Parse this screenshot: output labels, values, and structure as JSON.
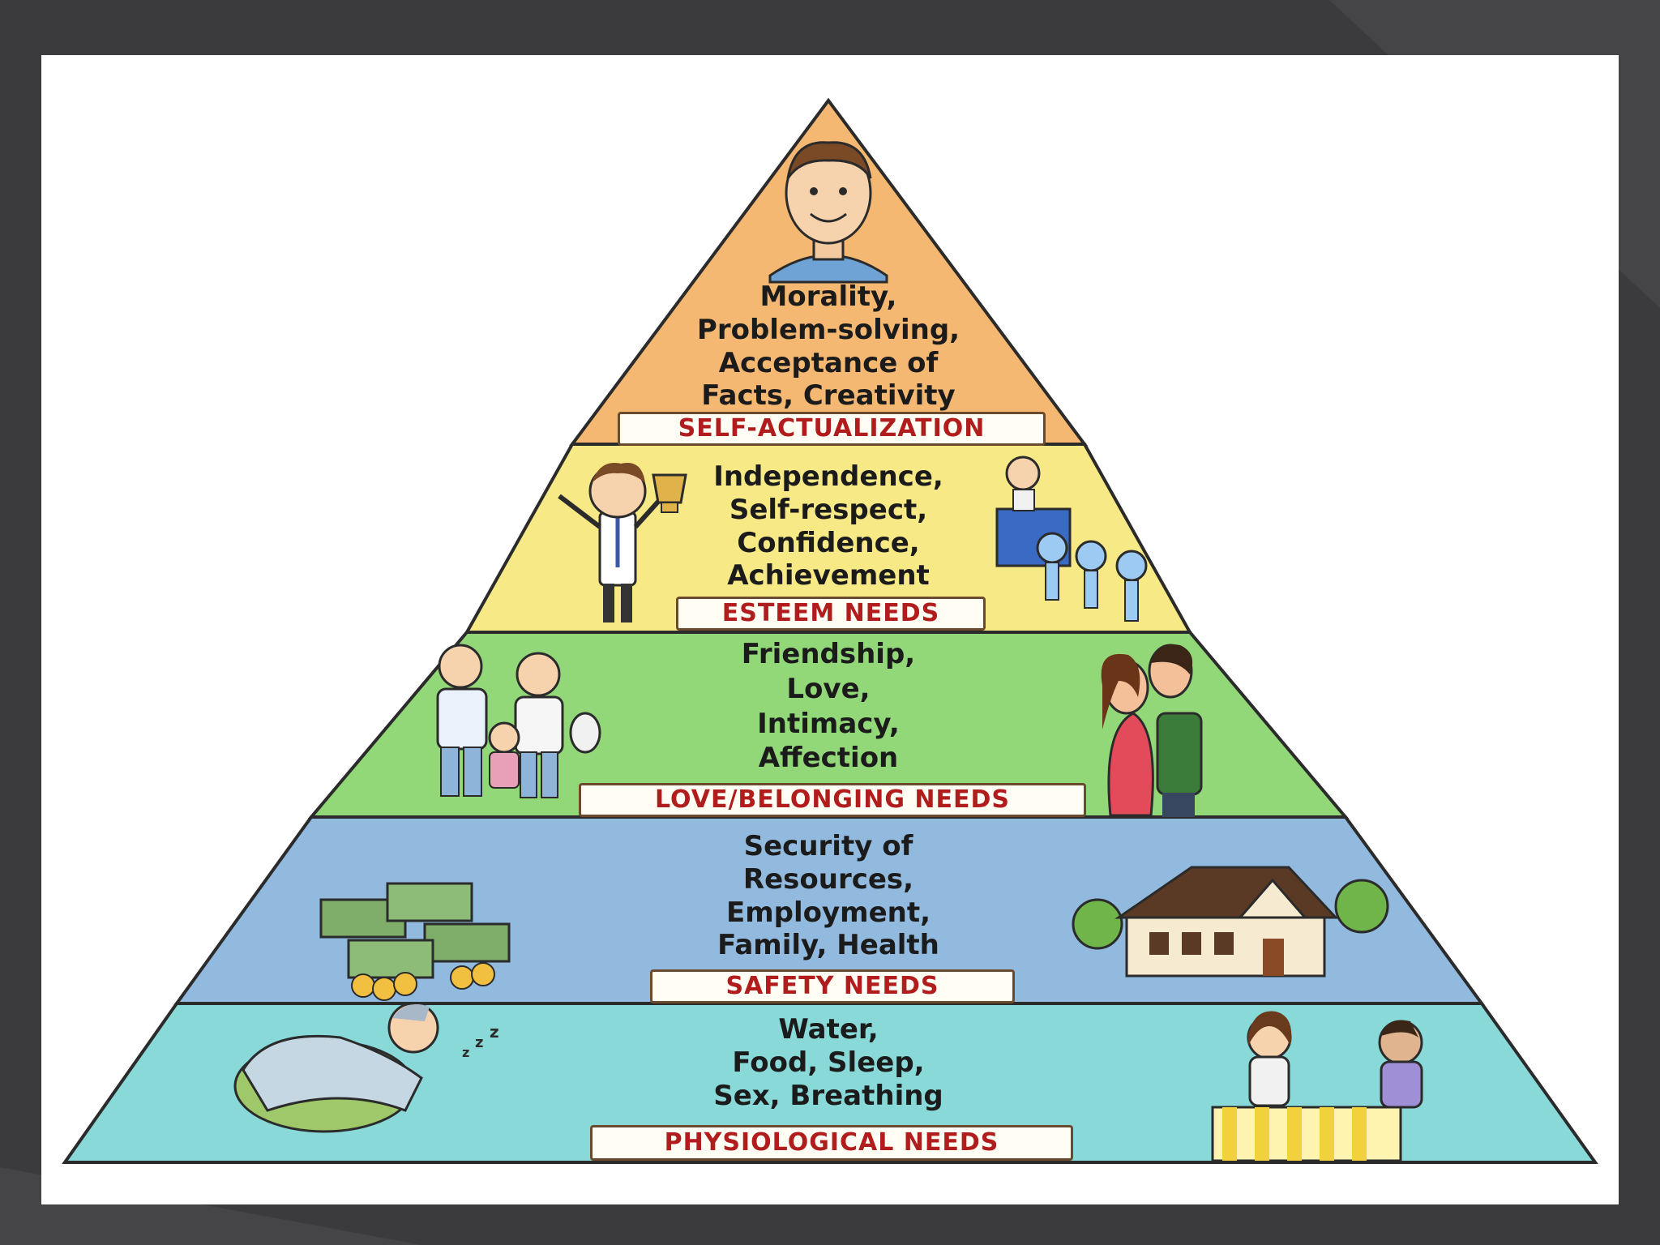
{
  "diagram": {
    "levels": [
      {
        "id": "self-actualization",
        "label": "SELF-ACTUALIZATION",
        "description": "Morality,\nProblem-solving,\nAcceptance of\nFacts, Creativity",
        "color": "#f5b873",
        "illustrations": [
          "smiling-man"
        ]
      },
      {
        "id": "esteem",
        "label": "ESTEEM NEEDS",
        "description": "Independence,\nSelf-respect,\nConfidence,\nAchievement",
        "color": "#f7ea86",
        "illustrations": [
          "man-holding-trophy",
          "speaker-at-podium-with-audience"
        ]
      },
      {
        "id": "love-belonging",
        "label": "LOVE/BELONGING NEEDS",
        "description": "Friendship,\nLove,\nIntimacy,\nAffection",
        "color": "#92d878",
        "illustrations": [
          "family-with-child",
          "couple-embracing"
        ]
      },
      {
        "id": "safety",
        "label": "SAFETY NEEDS",
        "description": "Security of\nResources,\nEmployment,\nFamily, Health",
        "color": "#92badf",
        "illustrations": [
          "stacks-of-money",
          "house-with-trees"
        ]
      },
      {
        "id": "physiological",
        "label": "PHYSIOLOGICAL NEEDS",
        "description": "Water,\nFood, Sleep,\nSex, Breathing",
        "color": "#88d9d8",
        "illustrations": [
          "person-sleeping",
          "people-eating-at-table"
        ]
      }
    ],
    "colors": {
      "outline": "#2b2b2b",
      "label_text": "#b11d1d",
      "label_border": "#6b4a2e",
      "background": "#3b3b3d",
      "card": "#ffffff"
    }
  }
}
